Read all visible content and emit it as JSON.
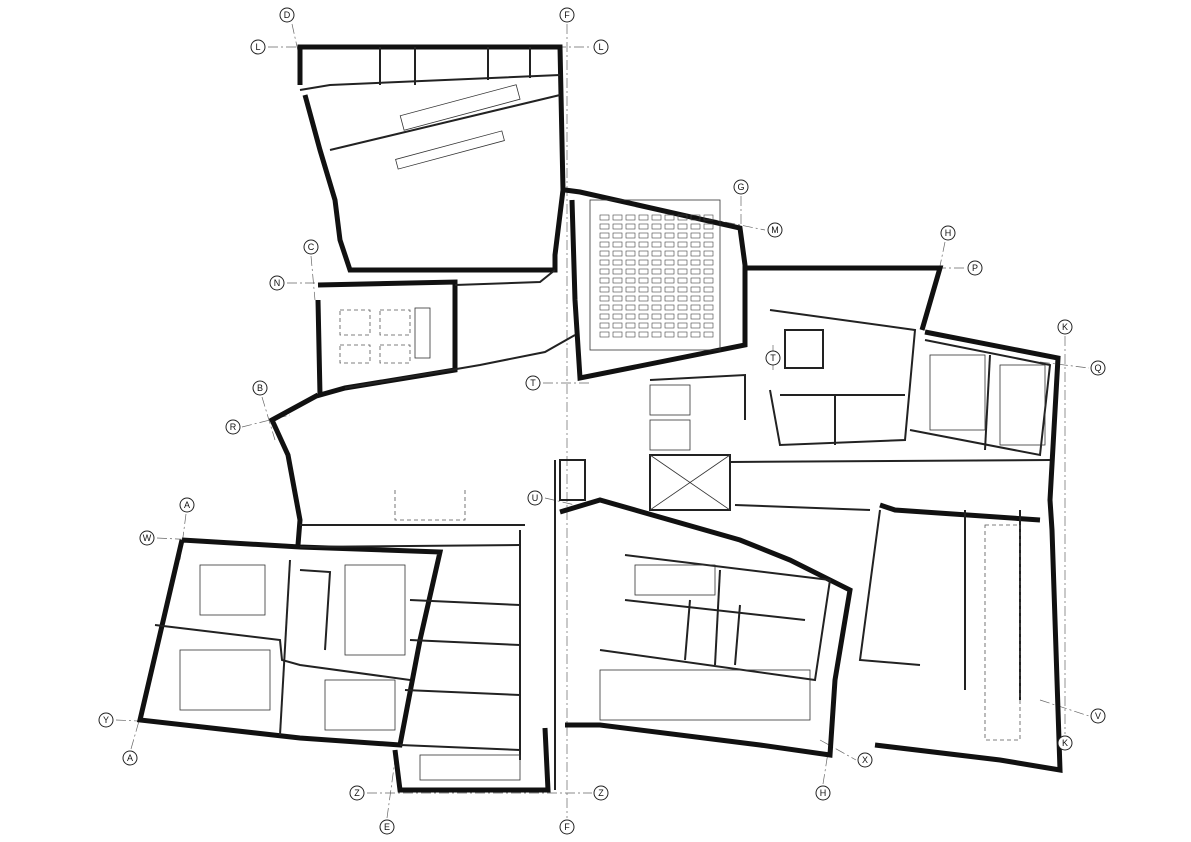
{
  "drawing": {
    "type": "architectural floor plan",
    "colors": {
      "walls": "#111111",
      "grid": "#666666",
      "background": "#ffffff"
    }
  },
  "grid_labels": {
    "d_top": "D",
    "f_top": "F",
    "l_left": "L",
    "l_right": "L",
    "g": "G",
    "m": "M",
    "h_top": "H",
    "p": "P",
    "c": "C",
    "n": "N",
    "k_top": "K",
    "q": "Q",
    "t_right": "T",
    "t_left": "T",
    "b": "B",
    "r": "R",
    "u": "U",
    "a_top": "A",
    "w": "W",
    "y": "Y",
    "a_bottom": "A",
    "v": "V",
    "k_bottom": "K",
    "x": "X",
    "h_bottom": "H",
    "z_left": "Z",
    "z_right": "Z",
    "e": "E",
    "f_bottom": "F"
  }
}
